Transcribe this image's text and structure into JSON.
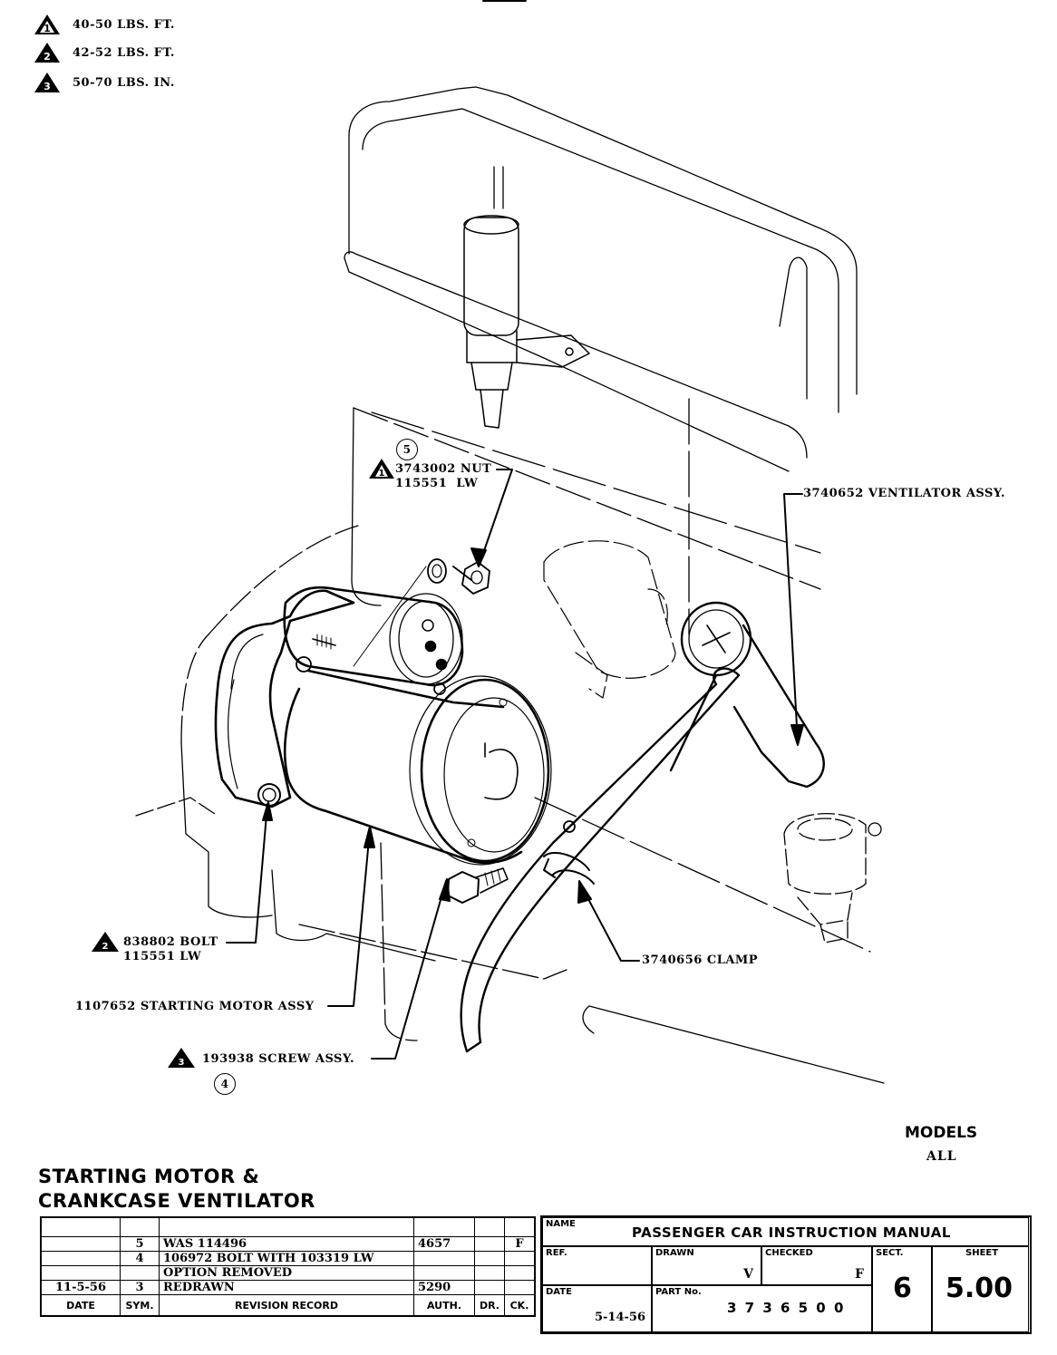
{
  "torque_legend": [
    {
      "symbol": "1",
      "spec": "40-50 LBS. FT."
    },
    {
      "symbol": "2",
      "spec": "42-52 LBS. FT."
    },
    {
      "symbol": "3",
      "spec": "50-70 LBS. IN."
    }
  ],
  "callouts": {
    "nut": {
      "circle_num": "5",
      "torque_symbol": "1",
      "line1": "3743002 NUT",
      "line2": "115551  LW"
    },
    "ventilator": {
      "text": "3740652 VENTILATOR ASSY."
    },
    "bolt": {
      "torque_symbol": "2",
      "line1": "838802 BOLT",
      "line2": "115551 LW"
    },
    "starting_motor": {
      "text": "1107652 STARTING MOTOR ASSY"
    },
    "screw": {
      "torque_symbol": "3",
      "text": "193938 SCREW ASSY.",
      "circle_num": "4"
    },
    "clamp": {
      "text": "3740656 CLAMP"
    }
  },
  "models": {
    "label": "MODELS",
    "value": "ALL"
  },
  "title": {
    "line1": "STARTING MOTOR &",
    "line2": "CRANKCASE VENTILATOR"
  },
  "revision_record": {
    "rows": [
      {
        "date": "",
        "sym": "",
        "desc": "",
        "auth": "",
        "dr": "",
        "ck": ""
      },
      {
        "date": "",
        "sym": "5",
        "desc": "WAS 114496",
        "auth": "4657",
        "dr": "",
        "ck": "F"
      },
      {
        "date": "",
        "sym": "4",
        "desc": "106972 BOLT WITH 103319 LW",
        "auth": "",
        "dr": "",
        "ck": ""
      },
      {
        "date": "",
        "sym": "",
        "desc": "OPTION REMOVED",
        "auth": "",
        "dr": "",
        "ck": ""
      },
      {
        "date": "11-5-56",
        "sym": "3",
        "desc": "REDRAWN",
        "auth": "5290",
        "dr": "",
        "ck": ""
      }
    ],
    "headers": {
      "date": "DATE",
      "sym": "SYM.",
      "desc": "REVISION RECORD",
      "auth": "AUTH.",
      "dr": "DR.",
      "ck": "CK."
    }
  },
  "name_block": {
    "name_label": "NAME",
    "name_value": "PASSENGER CAR INSTRUCTION MANUAL",
    "ref_label": "REF.",
    "ref_value": "",
    "drawn_label": "DRAWN",
    "drawn_value": "V",
    "checked_label": "CHECKED",
    "checked_value": "F",
    "sect_label": "SECT.",
    "sect_value": "6",
    "sheet_label": "SHEET",
    "sheet_value": "5.00",
    "date_label": "DATE",
    "date_value": "5-14-56",
    "part_label": "PART No.",
    "part_value": "3 7 3 6 5 0 0"
  }
}
